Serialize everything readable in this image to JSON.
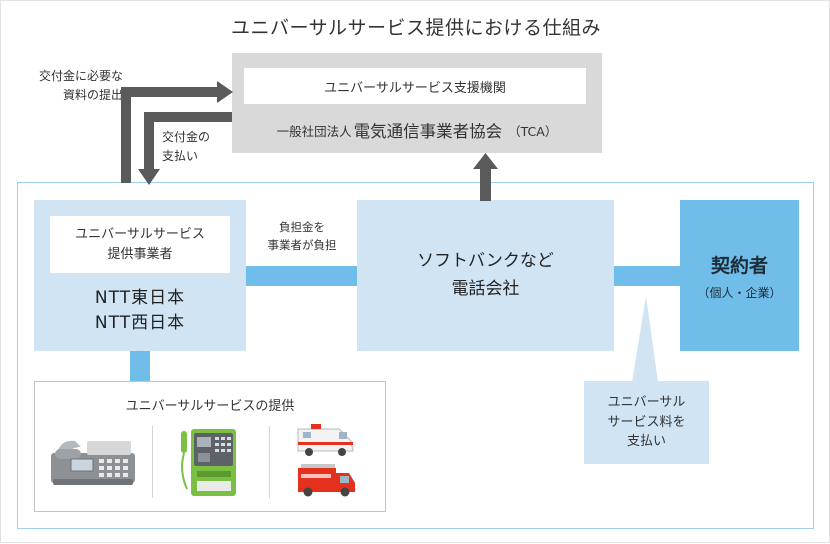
{
  "title": "ユニバーサルサービス提供における仕組み",
  "tca": {
    "label": "ユニバーサルサービス支援機関",
    "org_prefix": "一般社団法人",
    "org_name": "電気通信事業者協会",
    "org_abbr": "（TCA）"
  },
  "notes": {
    "submit_line1": "交付金に必要な",
    "submit_line2": "資料の提出",
    "payment_line1": "交付金の",
    "payment_line2": "支払い"
  },
  "provider": {
    "label_line1": "ユニバーサルサービス",
    "label_line2": "提供事業者",
    "name_line1": "NTT東日本",
    "name_line2": "NTT西日本"
  },
  "connector": {
    "label_line1": "負担金を",
    "label_line2": "事業者が負担"
  },
  "carriers": {
    "line1": "ソフトバンクなど",
    "line2": "電話会社"
  },
  "customer": {
    "title": "契約者",
    "subtitle": "（個人・企業）"
  },
  "service": {
    "title": "ユニバーサルサービスの提供",
    "icons": [
      "fax-telephone-icon",
      "public-payphone-icon",
      "ambulance-icon",
      "fire-truck-icon"
    ]
  },
  "fee": {
    "line1": "ユニバーサル",
    "line2": "サービス料を",
    "line3": "支払い"
  },
  "colors": {
    "light_blue": "#d0e4f3",
    "mid_blue": "#6fbde8",
    "gray_box": "#d9d9d9",
    "arrow_gray": "#5a5a5a",
    "frame_blue": "#9fd1ef"
  }
}
